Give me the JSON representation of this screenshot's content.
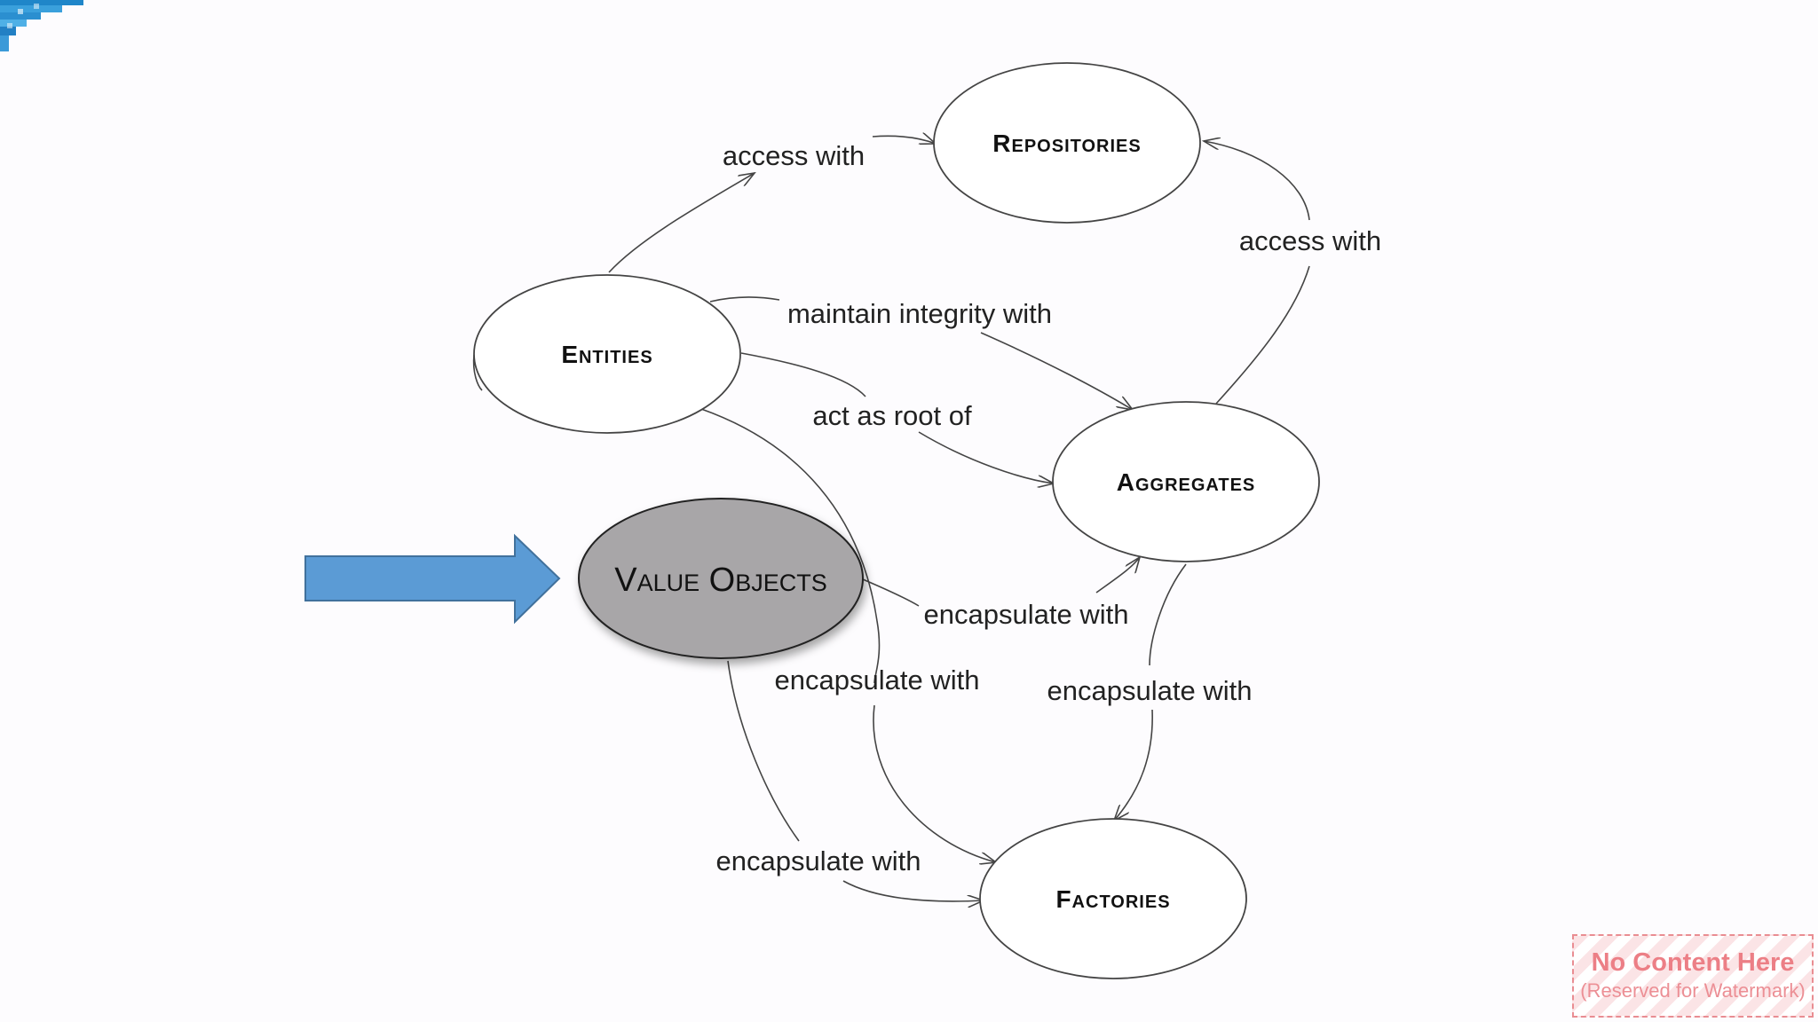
{
  "nodes": {
    "repositories": "Repositories",
    "entities": "Entities",
    "aggregates": "Aggregates",
    "value_objects": "Value Objects",
    "factories": "Factories"
  },
  "edges": {
    "entities_repositories": "access with",
    "aggregates_repositories": "access with",
    "entities_aggregates_integrity": "maintain integrity with",
    "entities_aggregates_root": "act as root of",
    "value_objects_aggregates": "encapsulate with",
    "entities_factories": "encapsulate with",
    "aggregates_factories": "encapsulate with",
    "value_objects_factories": "encapsulate with"
  },
  "highlight": {
    "arrow_color": "#5b9bd5",
    "node_fill": "#a8a6a8"
  },
  "watermark": {
    "title": "No Content Here",
    "subtitle": "(Reserved for Watermark)"
  },
  "corner_decoration": "pixel-mosaic-corner"
}
